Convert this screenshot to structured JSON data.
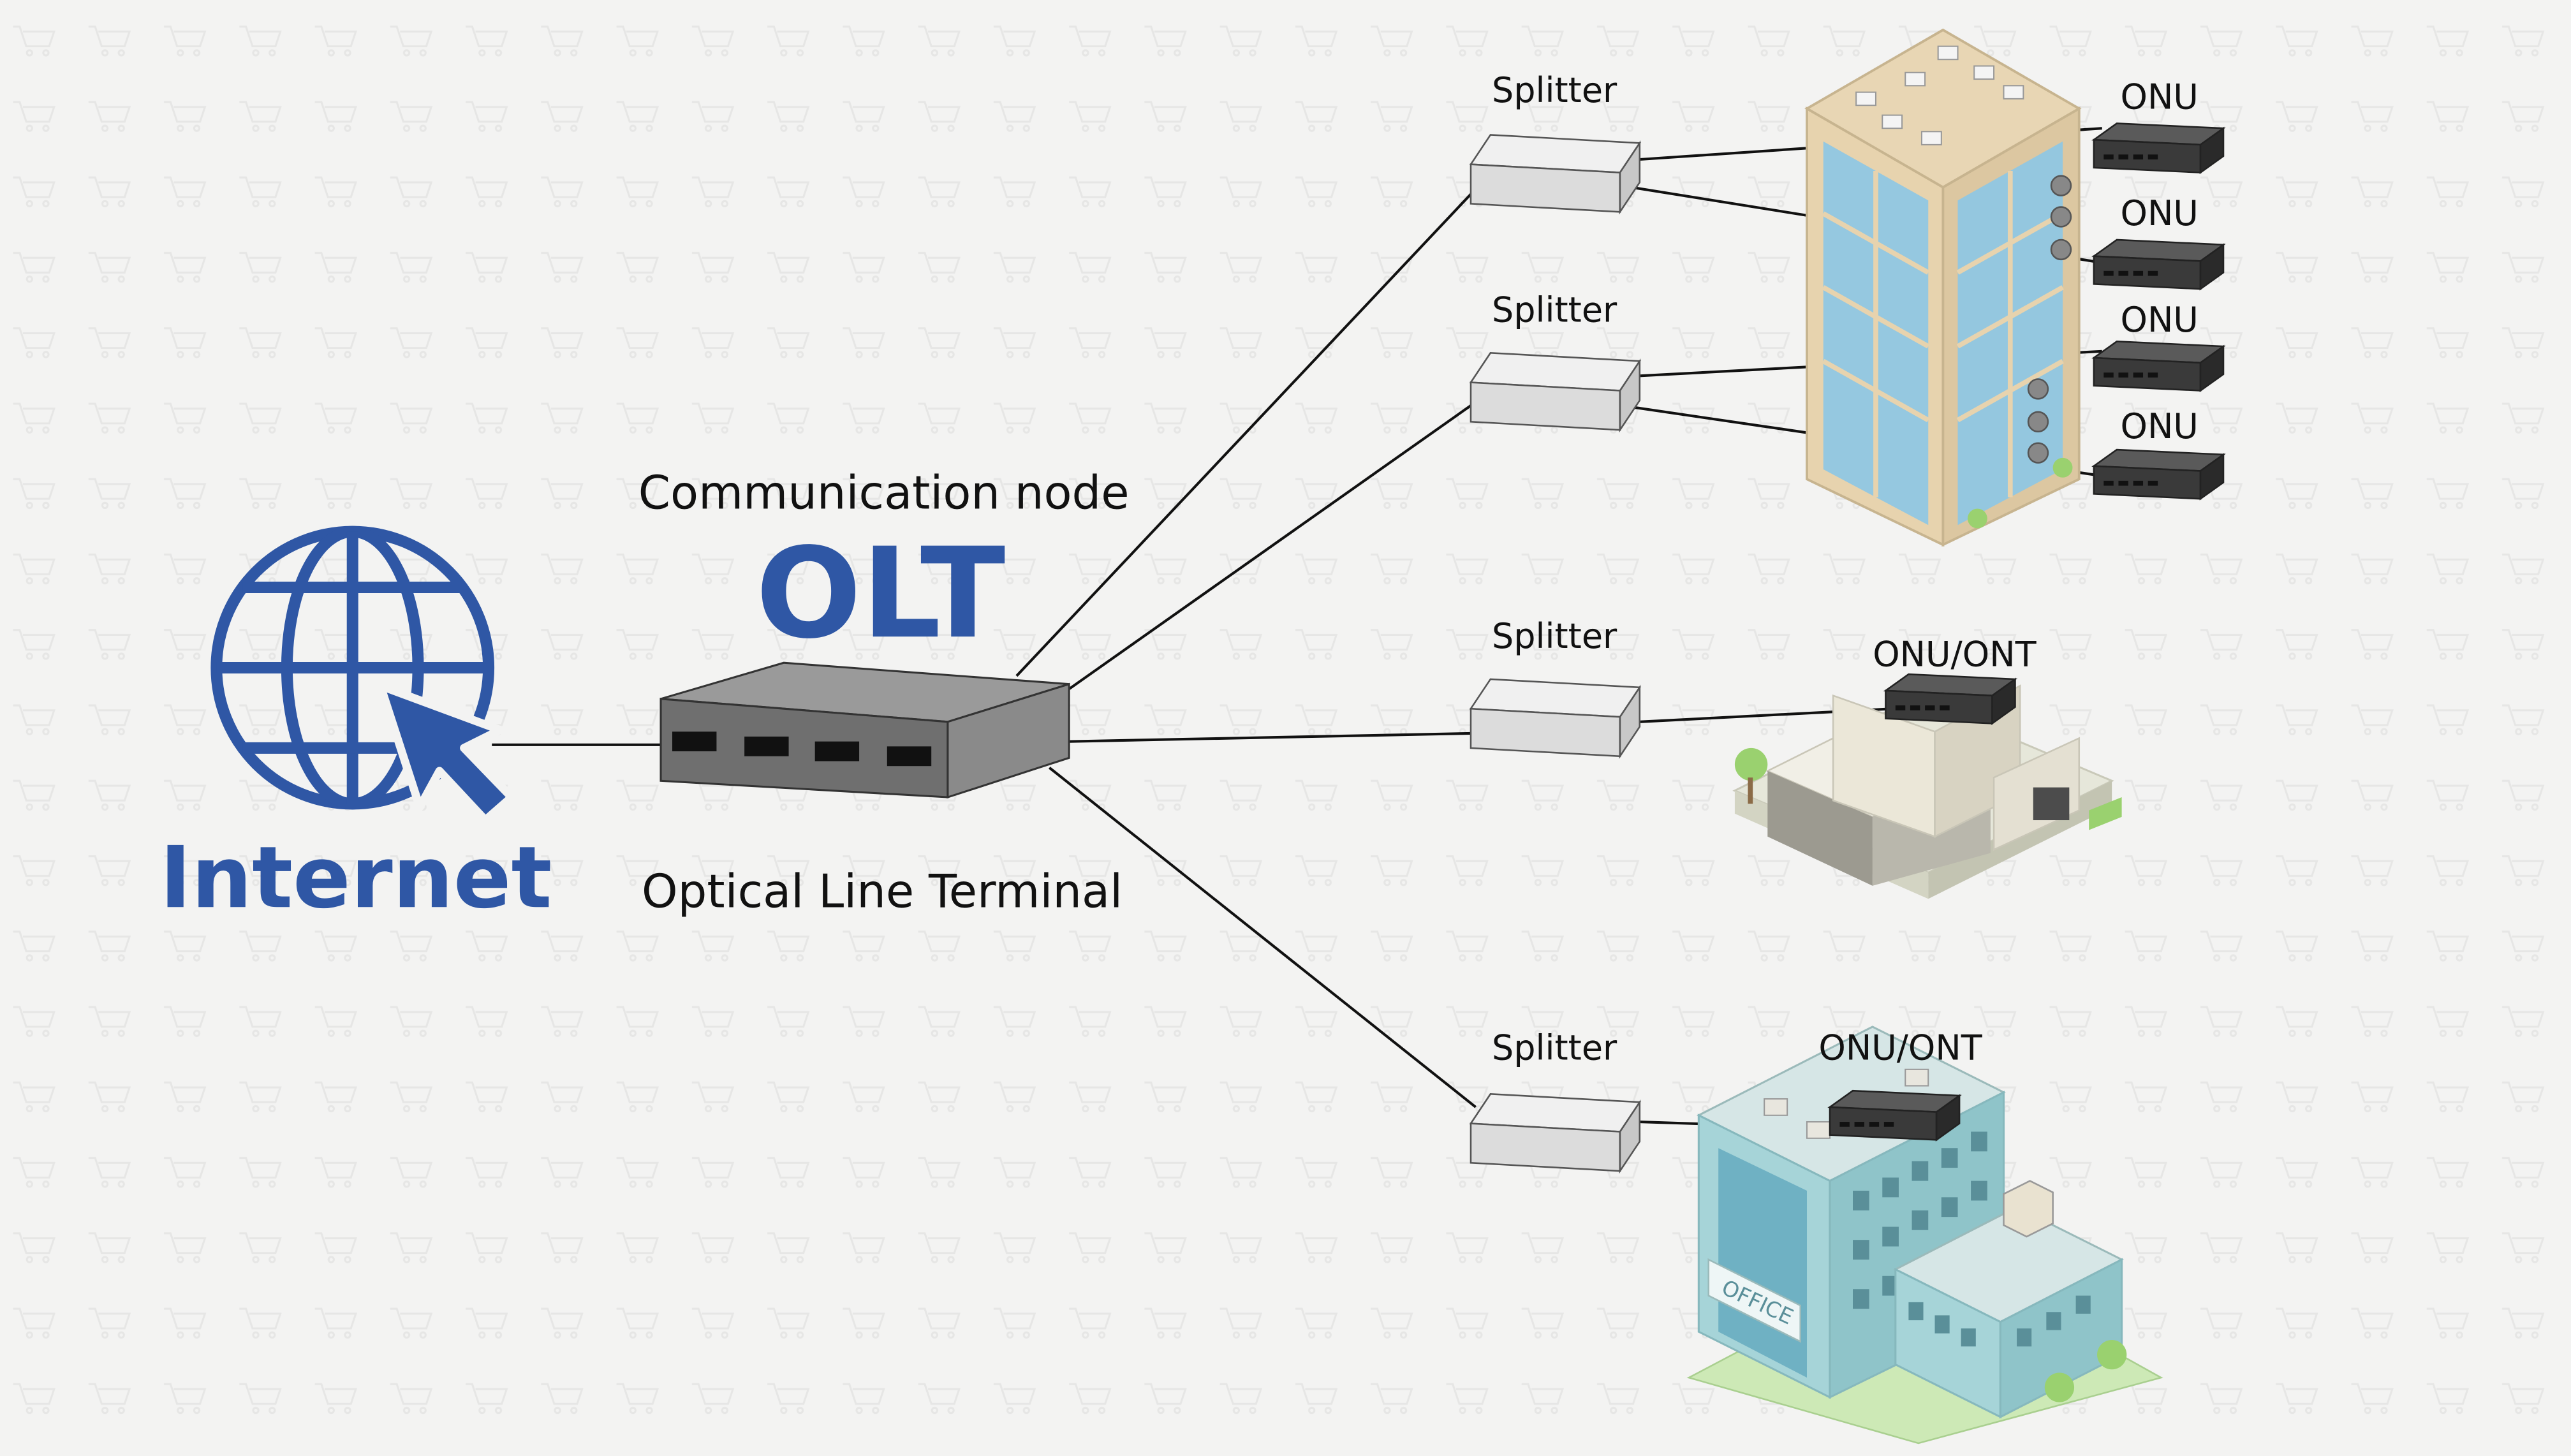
{
  "internet": {
    "label": "Internet"
  },
  "olt": {
    "caption_top": "Communication node",
    "name": "OLT",
    "caption_bottom": "Optical Line Terminal"
  },
  "splitters": [
    {
      "label": "Splitter"
    },
    {
      "label": "Splitter"
    },
    {
      "label": "Splitter"
    },
    {
      "label": "Splitter"
    }
  ],
  "endpoints": {
    "tower_onus": [
      "ONU",
      "ONU",
      "ONU",
      "ONU"
    ],
    "house_ont": "ONU/ONT",
    "office_ont": "ONU/ONT"
  },
  "office_sign": "OFFICE",
  "colors": {
    "accent_blue": "#2f57a5",
    "background": "#f3f3f2",
    "olt_body": "#7b7b7b",
    "splitter_body": "#e3e3e3",
    "onu_body": "#3a3a3a",
    "line": "#111111"
  }
}
